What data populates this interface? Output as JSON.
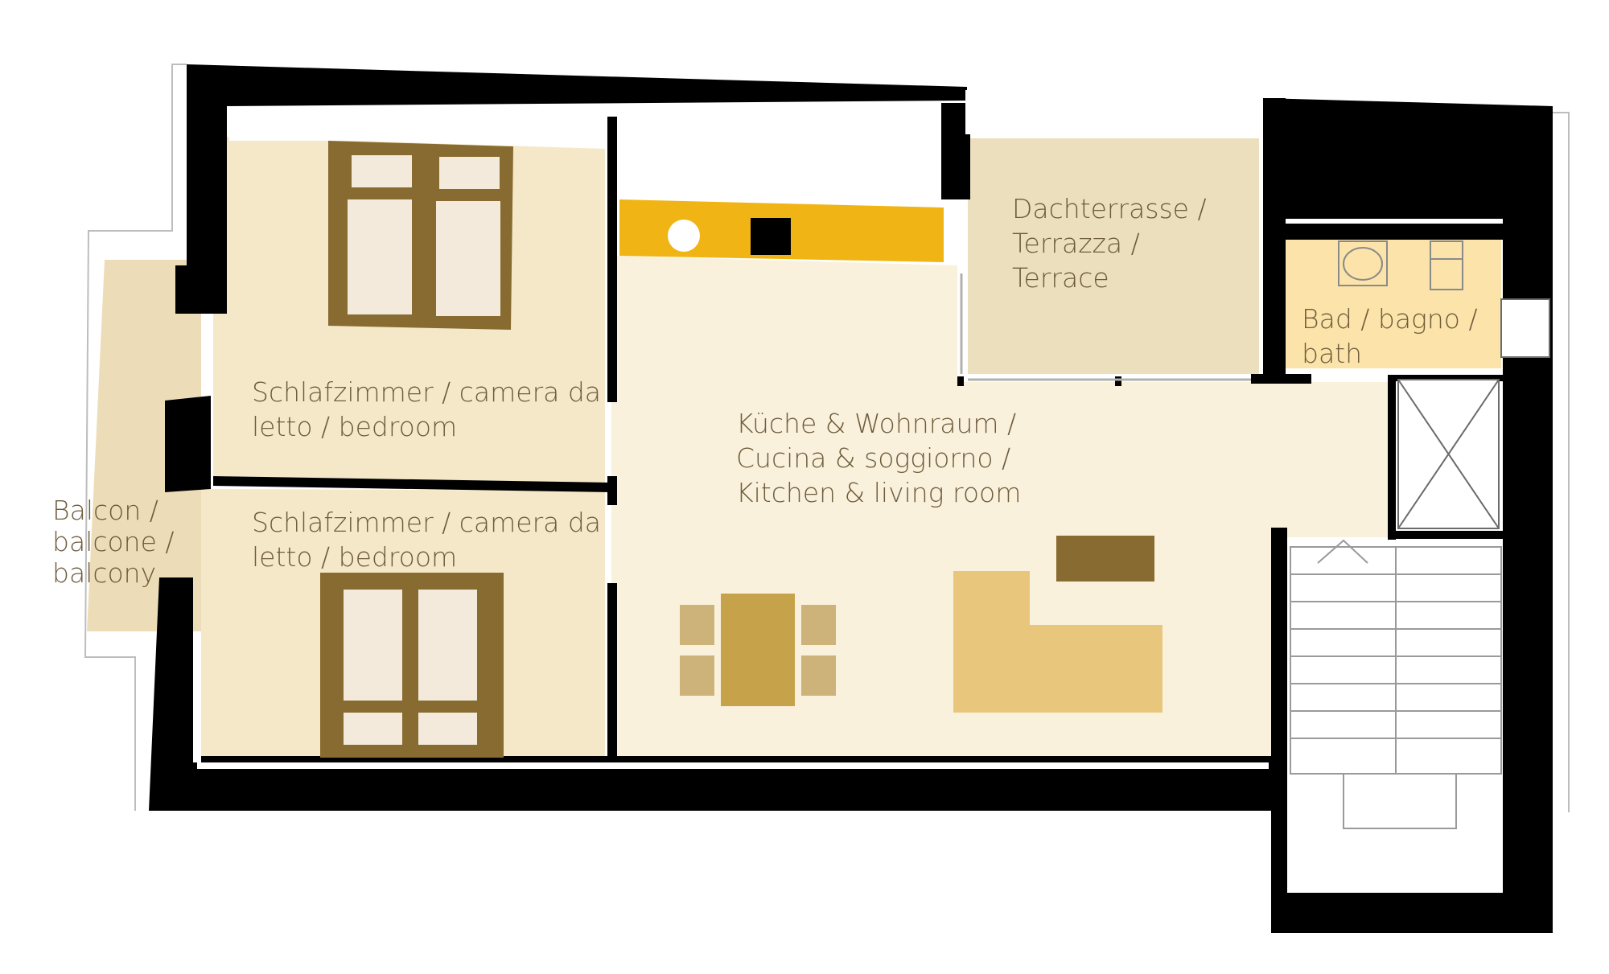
{
  "rooms": {
    "bedroom_top": {
      "lines": [
        "Schlafzimmer / camera da",
        "letto / bedroom"
      ]
    },
    "bedroom_bottom": {
      "lines": [
        "Schlafzimmer / camera da",
        "letto / bedroom"
      ]
    },
    "balcony": {
      "lines": [
        "Balcon /",
        "balcone /",
        "balcony"
      ]
    },
    "terrace": {
      "lines": [
        "Dachterrasse /",
        "Terrazza /",
        "Terrace"
      ]
    },
    "bath": {
      "lines": [
        "Bad / bagno /",
        "bath"
      ]
    },
    "living": {
      "lines": [
        "Küche & Wohnraum /",
        "Cucina & soggiorno /",
        "Kitchen & living room"
      ]
    }
  },
  "colors": {
    "wall": "#000000",
    "room_fill": "#f5e8c8",
    "living_fill": "#faf1dc",
    "terrace_fill": "#ecdfbd",
    "balcony_fill": "#eddcb8",
    "bath_fill": "#fbe3a9",
    "kitchen_counter": "#f0b414",
    "bed_frame": "#876b30",
    "bed_sheet": "#f3eadc",
    "table": "#c6a24b",
    "chair": "#cdb27a",
    "sofa": "#e8c77c",
    "tv_unit": "#876b30",
    "label_text": "#6e5c3c"
  }
}
